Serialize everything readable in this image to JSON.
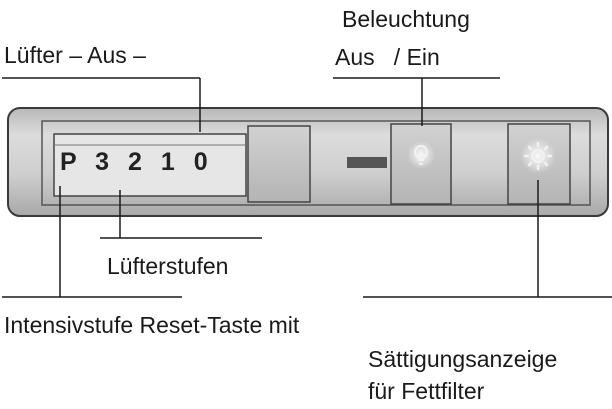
{
  "labels": {
    "fan_off": "Lüfter – Aus –",
    "lighting_title": "Beleuchtung",
    "lighting_states": "Aus   / Ein",
    "fan_levels": "Lüfterstufen",
    "bottom_line": "Intensivstufe Reset-Taste mit",
    "saturation_line1": "Sättigungsanzeige",
    "saturation_line2": "für Fettfilter"
  },
  "display": {
    "levels_text": "P 3 2 1 0"
  },
  "icons": {
    "light_button": "light-bulb-icon",
    "filter_button": "filter-saturation-icon"
  },
  "colors": {
    "panel_body": "#c9c9c9",
    "panel_outline": "#3a3a3a",
    "button_face": "#c4c4c4",
    "display_window": "#e6e6e6",
    "indicator_bar": "#555555",
    "leader_lines": "#1a1a1a"
  }
}
